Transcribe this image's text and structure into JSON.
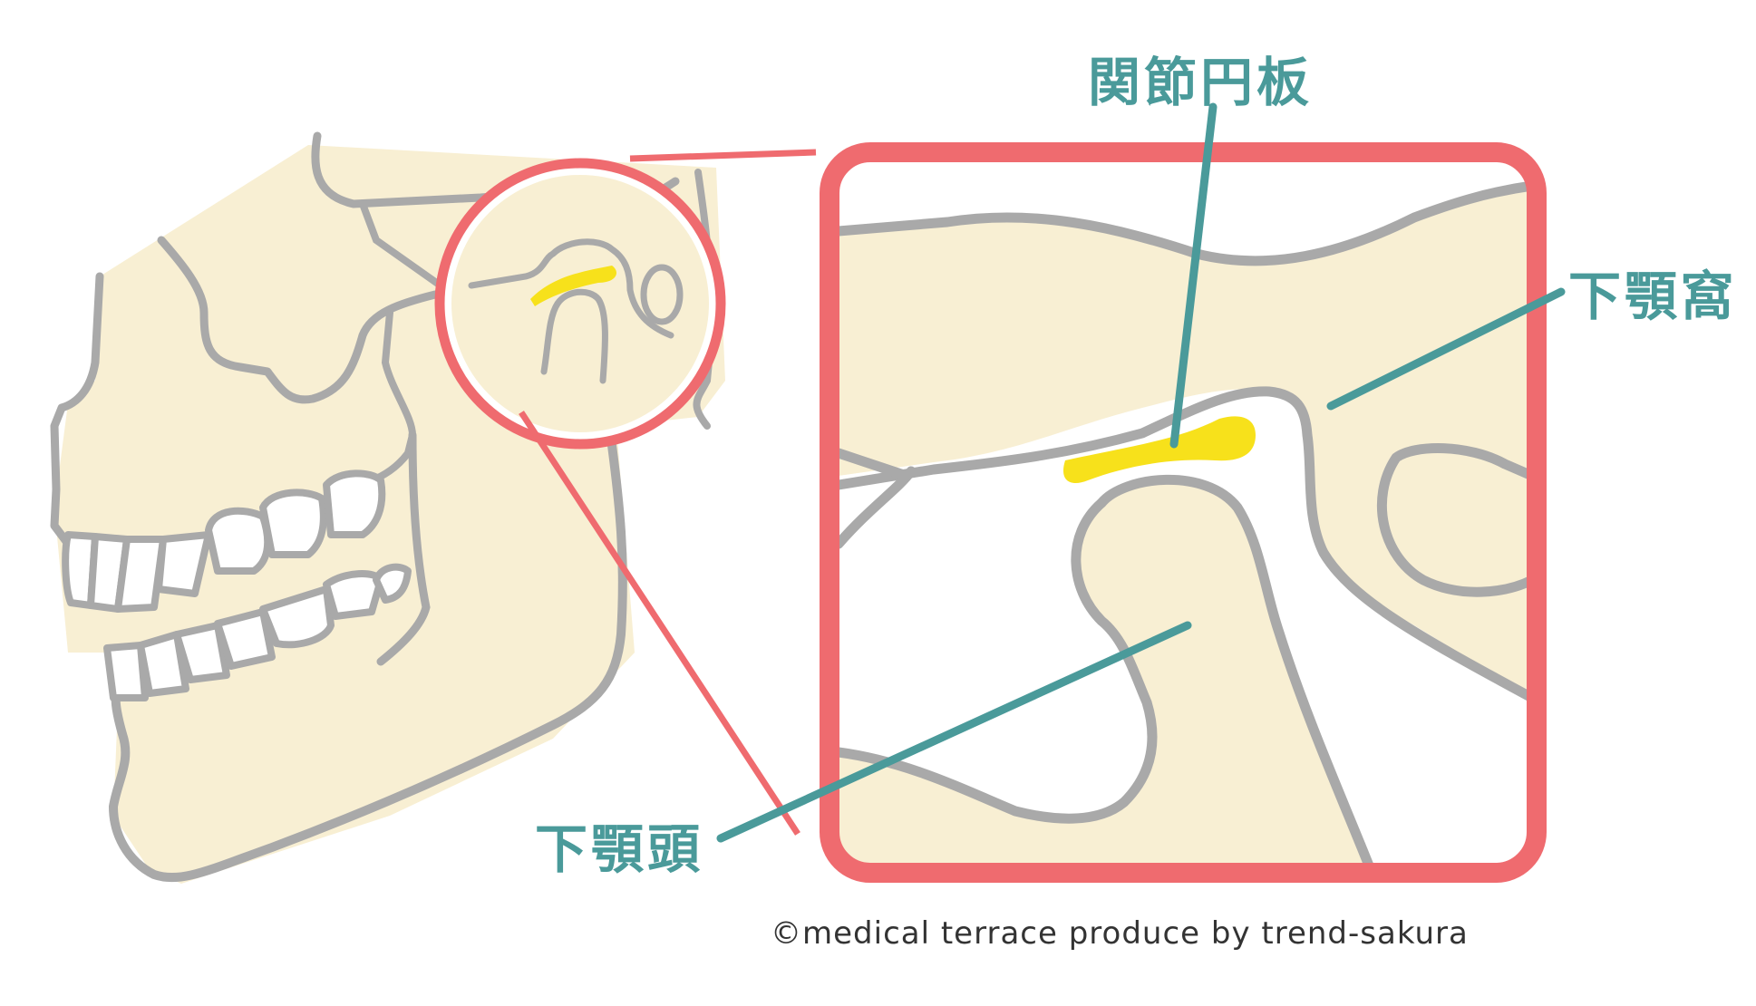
{
  "labels": {
    "disc": "関節円板",
    "fossa": "下顎窩",
    "condyle": "下顎頭"
  },
  "credit": "©medical terrace produce by trend-sakura",
  "colors": {
    "bone_fill": "#f8efd3",
    "bone_outline": "#a9a9a9",
    "highlight_frame": "#ef6b6f",
    "leader_line": "#4a9a9a",
    "label_text": "#4a9a9a",
    "disc_fill": "#f7e11b",
    "background": "#ffffff"
  }
}
